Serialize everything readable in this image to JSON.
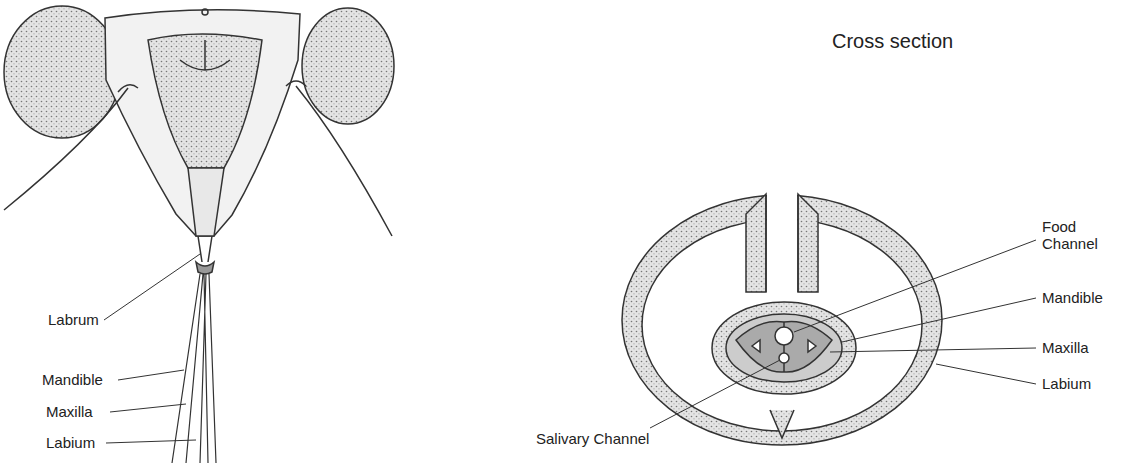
{
  "diagram": {
    "labels": [
      "Labrum",
      "Mandible",
      "Maxilla",
      "Labium",
      "Cross section",
      "Food Channel",
      "Mandible",
      "Maxilla",
      "Labium",
      "Salivary Channel"
    ]
  }
}
